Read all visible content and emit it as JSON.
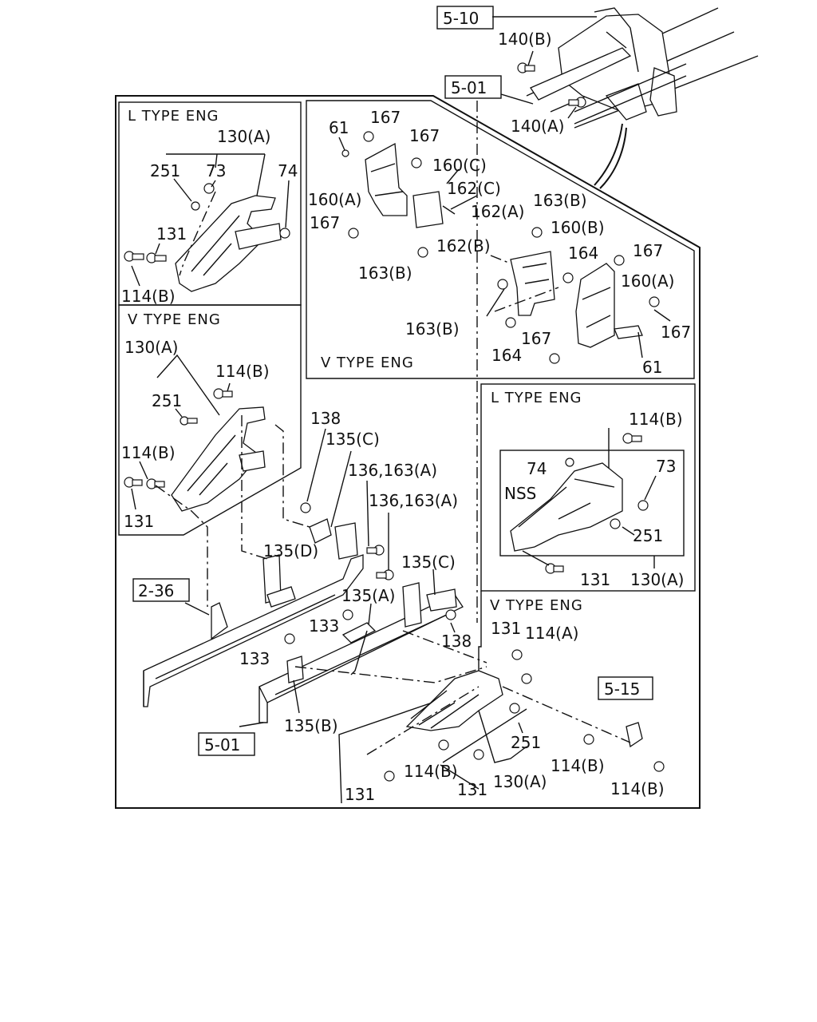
{
  "labels": {
    "ref_510": "5-10",
    "ref_501_top": "5-01",
    "ref_236": "2-36",
    "ref_501_bottom": "5-01",
    "ref_515": "5-15",
    "p140b": "140(B)",
    "p140a": "140(A)",
    "hdr_l_topleft": "L TYPE ENG",
    "hdr_v_left": "V TYPE ENG",
    "hdr_v_center": "V TYPE ENG",
    "hdr_l_right": "L TYPE ENG",
    "hdr_v_right": "V TYPE ENG",
    "tl_130a": "130(A)",
    "tl_251": "251",
    "tl_73": "73",
    "tl_74": "74",
    "tl_131": "131",
    "tl_114b": "114(B)",
    "vl_130a": "130(A)",
    "vl_114b_top": "114(B)",
    "vl_251": "251",
    "vl_114b": "114(B)",
    "vl_131": "131",
    "c_61": "61",
    "c_167_a": "167",
    "c_167_b": "167",
    "c_160c": "160(C)",
    "c_160a_left": "160(A)",
    "c_162c": "162(C)",
    "c_167_c": "167",
    "c_163b_a": "163(B)",
    "c_162a": "162(A)",
    "c_163b_b": "163(B)",
    "c_160b": "160(B)",
    "c_162b": "162(B)",
    "c_164_a": "164",
    "c_167_d": "167",
    "c_160a_right": "160(A)",
    "c_163b_c": "163(B)",
    "c_167_e": "167",
    "c_167_f": "167",
    "c_164_b": "164",
    "c_61_b": "61",
    "m_138_top": "138",
    "m_135c_top": "135(C)",
    "m_136_163a_a": "136,163(A)",
    "m_136_163a_b": "136,163(A)",
    "m_135d": "135(D)",
    "m_135c_mid": "135(C)",
    "m_135a": "135(A)",
    "m_133_a": "133",
    "m_133_b": "133",
    "m_138_mid": "138",
    "m_135b": "135(B)",
    "lr_114b": "114(B)",
    "lr_74": "74",
    "lr_73": "73",
    "lr_nss": "NSS",
    "lr_251": "251",
    "lr_131": "131",
    "lr_130a": "130(A)",
    "vr_131": "131",
    "vr_114a": "114(A)",
    "vr_251": "251",
    "vr_114b_a": "114(B)",
    "vr_131_b": "131",
    "vr_130a": "130(A)",
    "vr_114b_b": "114(B)",
    "vr_114b_c": "114(B)",
    "vr_131_c": "131"
  }
}
